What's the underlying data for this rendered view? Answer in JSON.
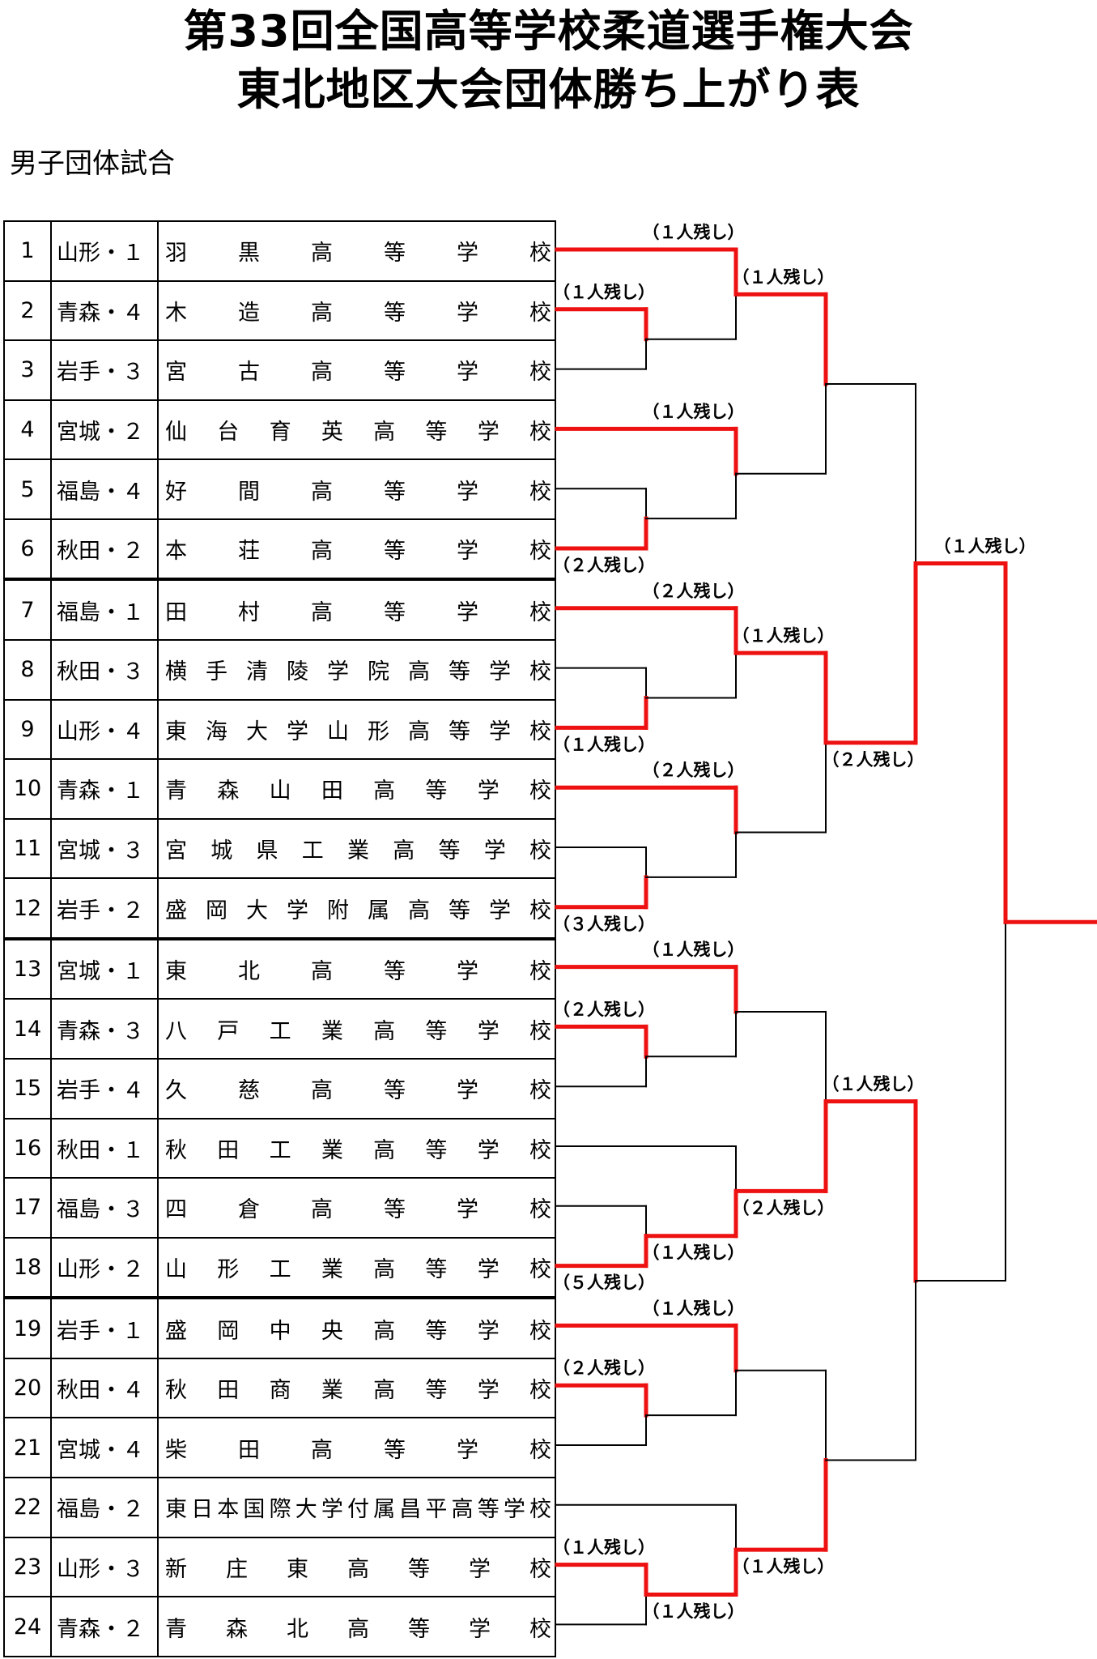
{
  "title_line1": "第33回全国高等学校柔道選手権大会",
  "title_line2": "東北地区大会団体勝ち上がり表",
  "section": "男子団体試合",
  "entries": [
    {
      "no": "1",
      "pref": "山形・１",
      "school": "羽黒高等学校"
    },
    {
      "no": "2",
      "pref": "青森・４",
      "school": "木造高等学校"
    },
    {
      "no": "3",
      "pref": "岩手・３",
      "school": "宮古高等学校"
    },
    {
      "no": "4",
      "pref": "宮城・２",
      "school": "仙台育英高等学校"
    },
    {
      "no": "5",
      "pref": "福島・４",
      "school": "好間高等学校"
    },
    {
      "no": "6",
      "pref": "秋田・２",
      "school": "本荘高等学校"
    },
    {
      "no": "7",
      "pref": "福島・１",
      "school": "田村高等学校"
    },
    {
      "no": "8",
      "pref": "秋田・３",
      "school": "横手清陵学院高等学校"
    },
    {
      "no": "9",
      "pref": "山形・４",
      "school": "東海大学山形高等学校"
    },
    {
      "no": "10",
      "pref": "青森・１",
      "school": "青森山田高等学校"
    },
    {
      "no": "11",
      "pref": "宮城・３",
      "school": "宮城県工業高等学校"
    },
    {
      "no": "12",
      "pref": "岩手・２",
      "school": "盛岡大学附属高等学校"
    },
    {
      "no": "13",
      "pref": "宮城・１",
      "school": "東北高等学校"
    },
    {
      "no": "14",
      "pref": "青森・３",
      "school": "八戸工業高等学校"
    },
    {
      "no": "15",
      "pref": "岩手・４",
      "school": "久慈高等学校"
    },
    {
      "no": "16",
      "pref": "秋田・１",
      "school": "秋田工業高等学校"
    },
    {
      "no": "17",
      "pref": "福島・３",
      "school": "四倉高等学校"
    },
    {
      "no": "18",
      "pref": "山形・２",
      "school": "山形工業高等学校"
    },
    {
      "no": "19",
      "pref": "岩手・１",
      "school": "盛岡中央高等学校"
    },
    {
      "no": "20",
      "pref": "秋田・４",
      "school": "秋田商業高等学校"
    },
    {
      "no": "21",
      "pref": "宮城・４",
      "school": "柴田高等学校"
    },
    {
      "no": "22",
      "pref": "福島・２",
      "school": "東日本国際大学付属昌平高等学校"
    },
    {
      "no": "23",
      "pref": "山形・３",
      "school": "新庄東高等学校"
    },
    {
      "no": "24",
      "pref": "青森・２",
      "school": "青森北高等学校"
    }
  ],
  "results": {
    "r1": [
      "（１人残し）",
      "（２人残し）",
      "（１人残し）",
      "（３人残し）",
      "（２人残し）",
      "（５人残し）",
      "（２人残し）",
      "（１人残し）"
    ],
    "r2": [
      "（１人残し）",
      "（１人残し）",
      "（２人残し）",
      "（２人残し）",
      "（１人残し）",
      "（１人残し）",
      "（１人残し）",
      "（１人残し）"
    ],
    "r3": [
      "（１人残し）",
      "（１人残し）",
      "（２人残し）",
      "（１人残し）"
    ],
    "r4": [
      "（２人残し）",
      "（１人残し）"
    ],
    "final": "（１人残し）"
  },
  "colors": {
    "winner_line": "#ee1111",
    "loser_line": "#000000"
  }
}
